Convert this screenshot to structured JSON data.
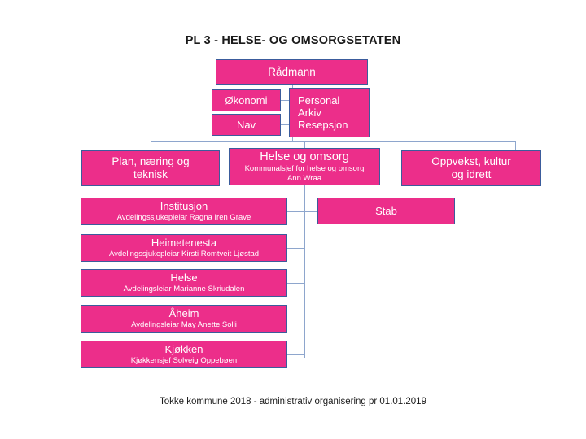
{
  "title": "PL 3 - HELSE- OG OMSORGSETATEN",
  "footer": "Tokke kommune 2018 - administrativ organisering pr 01.01.2019",
  "colors": {
    "box_fill": "#ec2e8a",
    "box_border": "#3b5c9c",
    "connector": "#8ea6cd",
    "text_on_box": "#ffffff",
    "page_text": "#1a1a1a"
  },
  "nodes": {
    "radmann": {
      "label": "Rådmann"
    },
    "okonomi": {
      "label": "Økonomi"
    },
    "nav": {
      "label": "Nav"
    },
    "personal": {
      "line1": "Personal",
      "line2": "Arkiv",
      "line3": "Resepsjon"
    },
    "plan": {
      "line1": "Plan, næring og",
      "line2": "teknisk"
    },
    "helse_omsorg": {
      "label": "Helse og omsorg",
      "sub1": "Kommunalsjef for helse og omsorg",
      "sub2": "Ann Wraa"
    },
    "oppvekst": {
      "line1": "Oppvekst, kultur",
      "line2": "og idrett"
    },
    "stab": {
      "label": "Stab"
    },
    "institusjon": {
      "label": "Institusjon",
      "sub": "Avdelingssjukepleiar Ragna Iren Grave"
    },
    "heimetenesta": {
      "label": "Heimetenesta",
      "sub": "Avdelingssjukepleiar Kirsti Romtveit Ljøstad"
    },
    "helse": {
      "label": "Helse",
      "sub": "Avdelingsleiar Marianne Skriudalen"
    },
    "aaheim": {
      "label": "Åheim",
      "sub": "Avdelingsleiar May Anette Solli"
    },
    "kjokken": {
      "label": "Kjøkken",
      "sub": "Kjøkkensjef Solveig Oppebøen"
    }
  }
}
